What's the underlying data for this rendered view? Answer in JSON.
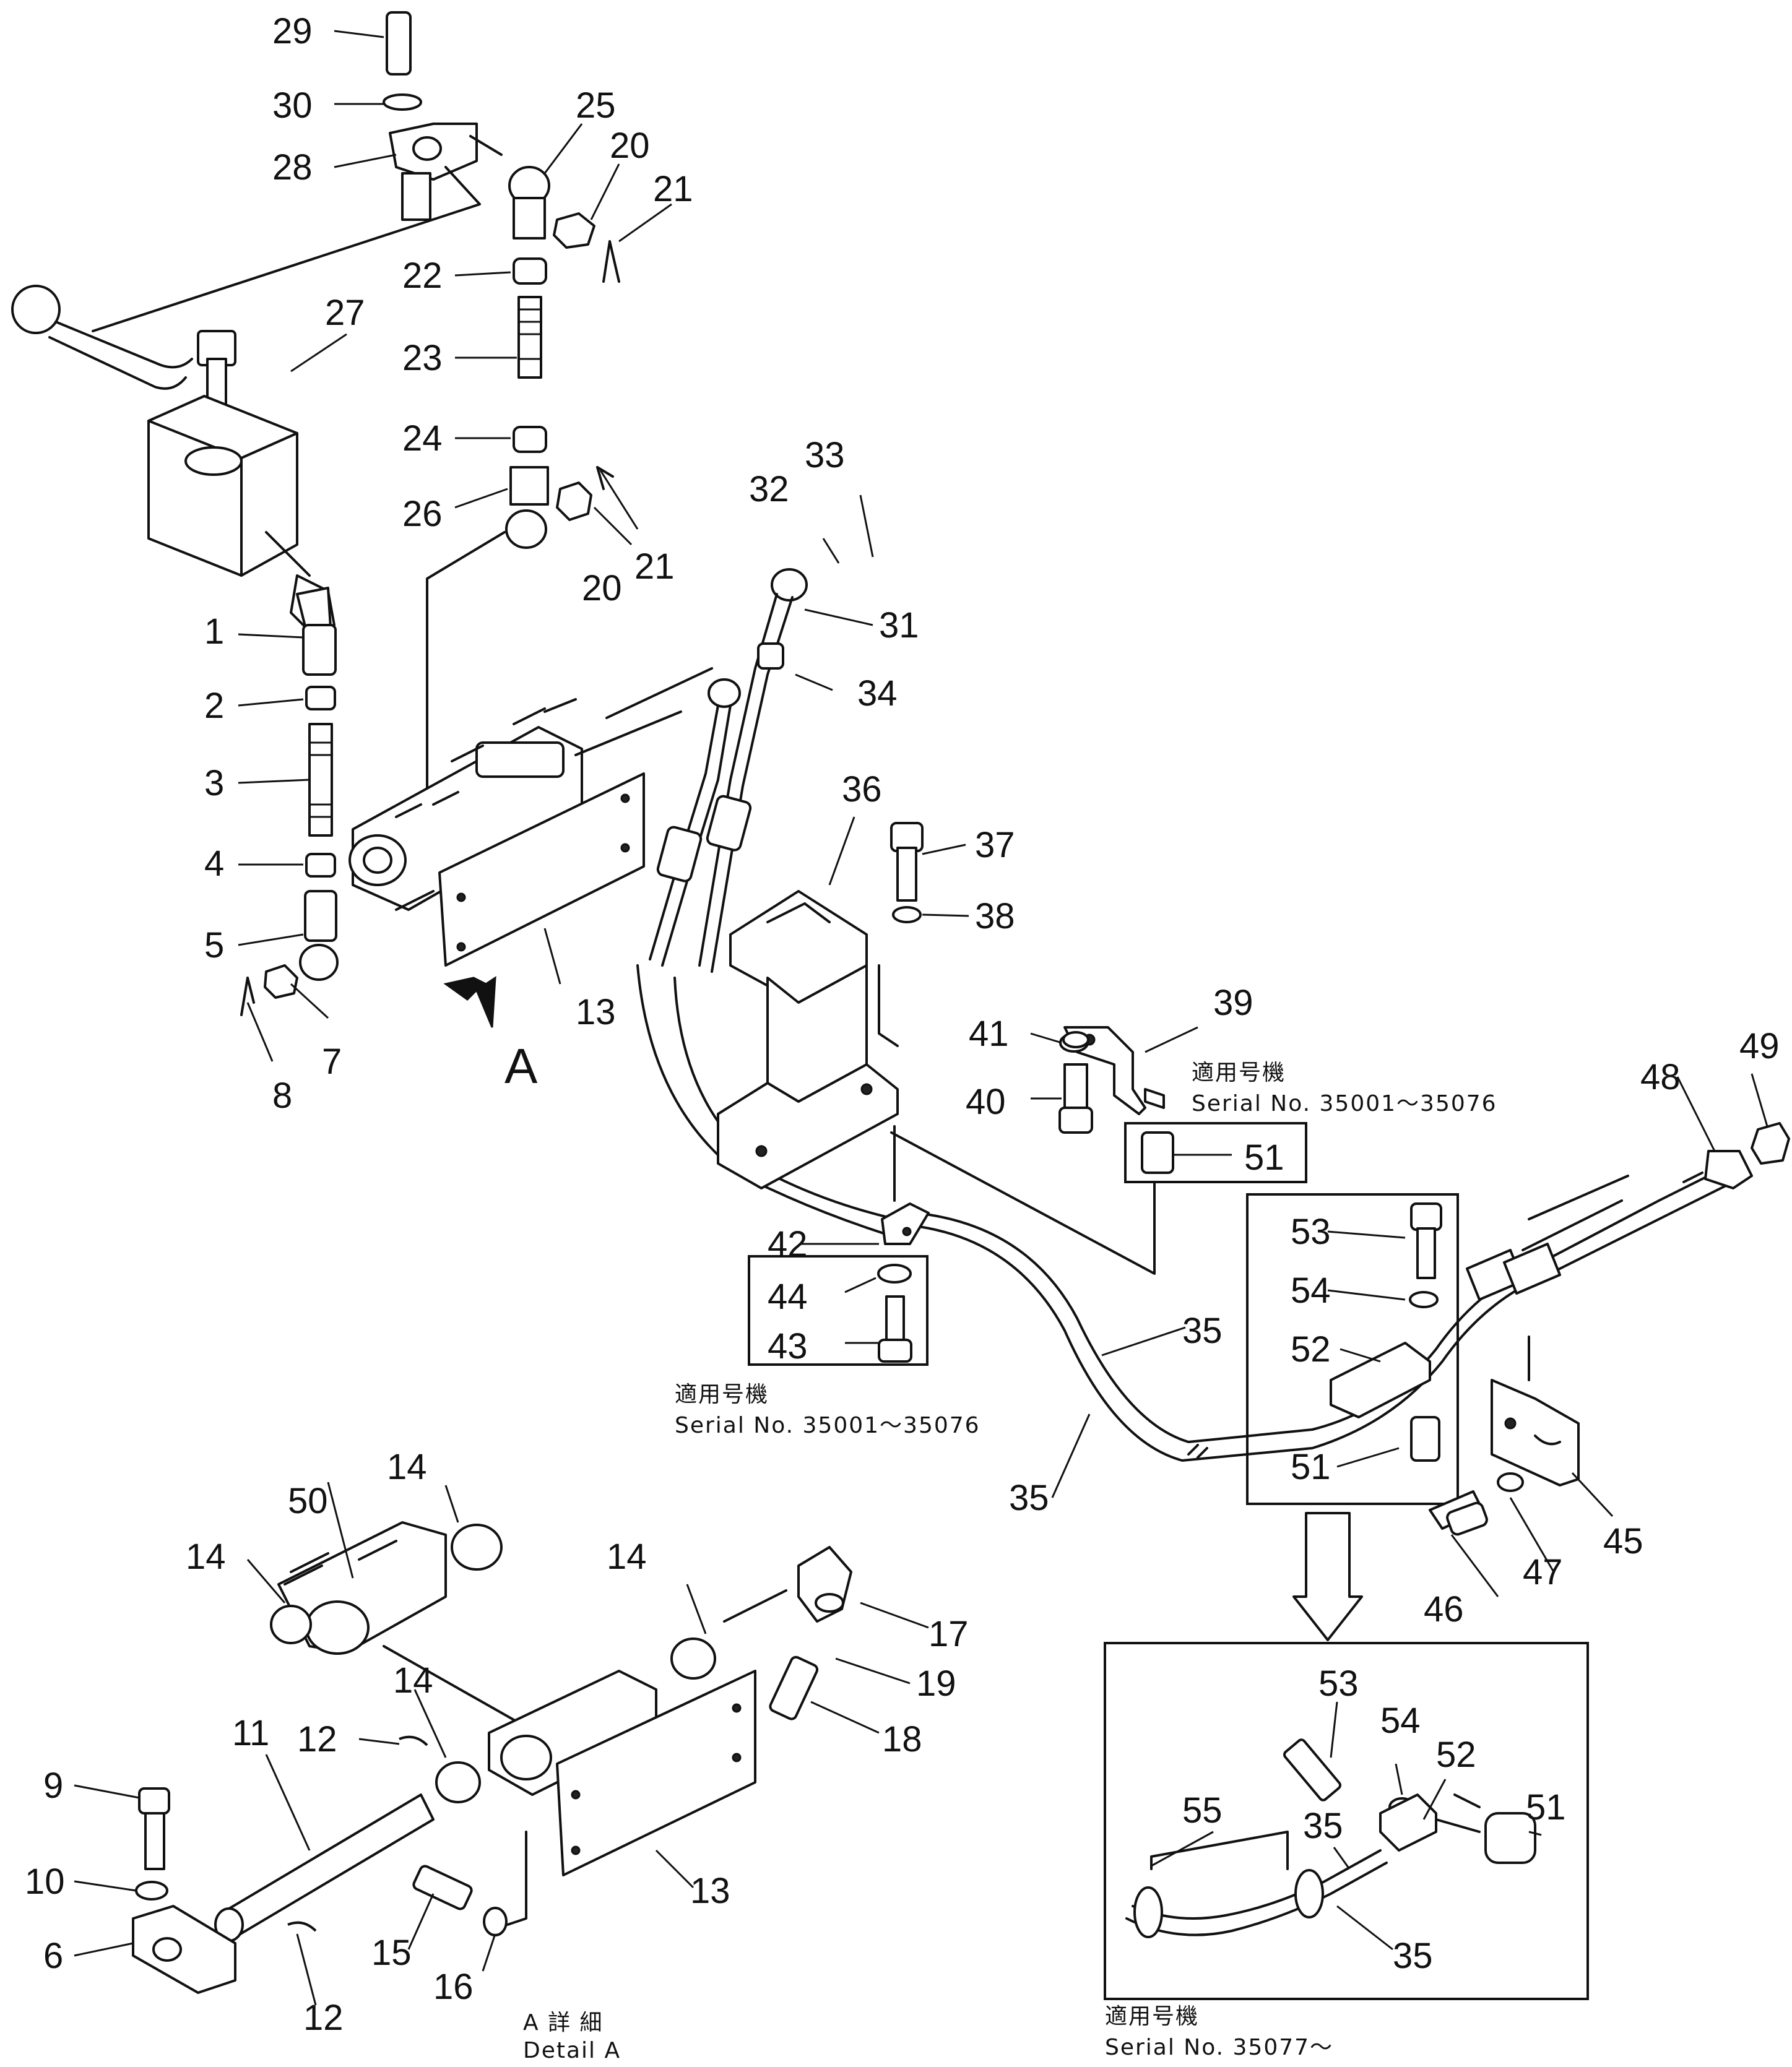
{
  "view_label": "A",
  "detail_caption": {
    "jp": "A 詳 細",
    "en": "Detail A"
  },
  "serial_notes": {
    "upper_right": {
      "jp": "適用号機",
      "en": "Serial No. 35001～35076"
    },
    "middle": {
      "jp": "適用号機",
      "en": "Serial No. 35001～35076"
    },
    "detail_box": {
      "jp": "適用号機",
      "en": "Serial No. 35077～"
    }
  },
  "callouts": [
    "29",
    "30",
    "28",
    "25",
    "20",
    "21",
    "22",
    "27",
    "23",
    "24",
    "26",
    "20",
    "21",
    "32",
    "33",
    "1",
    "31",
    "2",
    "34",
    "3",
    "36",
    "37",
    "4",
    "38",
    "5",
    "13",
    "39",
    "7",
    "41",
    "8",
    "49",
    "48",
    "40",
    "51",
    "53",
    "42",
    "44",
    "54",
    "43",
    "35",
    "52",
    "35",
    "51",
    "45",
    "14",
    "50",
    "47",
    "14",
    "14",
    "46",
    "17",
    "14",
    "19",
    "53",
    "18",
    "12",
    "54",
    "52",
    "11",
    "55",
    "35",
    "51",
    "9",
    "10",
    "13",
    "15",
    "35",
    "6",
    "16",
    "12"
  ]
}
